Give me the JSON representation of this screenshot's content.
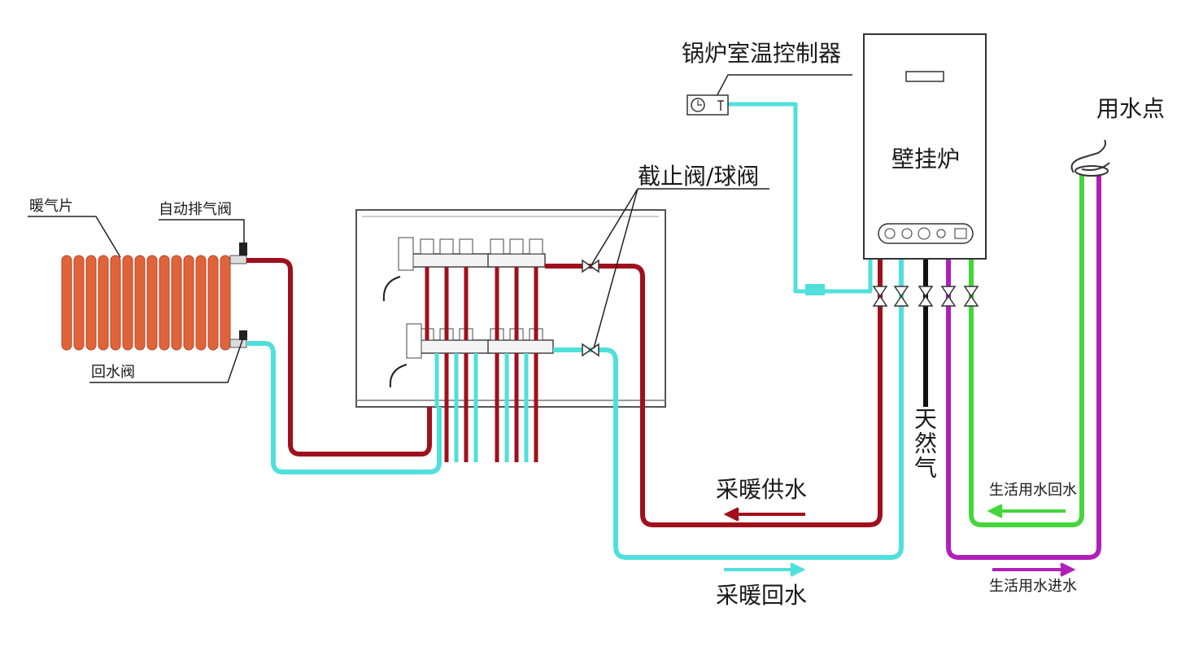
{
  "labels": {
    "controller": "锅炉室温控制器",
    "boiler": "壁挂炉",
    "water_point": "用水点",
    "valves": "截止阀/球阀",
    "radiator": "暖气片",
    "auto_vent": "自动排气阀",
    "return_valve": "回水阀",
    "gas": "天然气",
    "heating_supply": "采暖供水",
    "heating_return": "采暖回水",
    "domestic_return": "生活用水回水",
    "domestic_inlet": "生活用水进水"
  },
  "colors": {
    "supply": "#a0101c",
    "return": "#4fe0dc",
    "gas": "#111111",
    "domestic_in": "#b020b8",
    "domestic_return": "#44d63a",
    "radiator": "#e0643a",
    "outline": "#333333"
  }
}
